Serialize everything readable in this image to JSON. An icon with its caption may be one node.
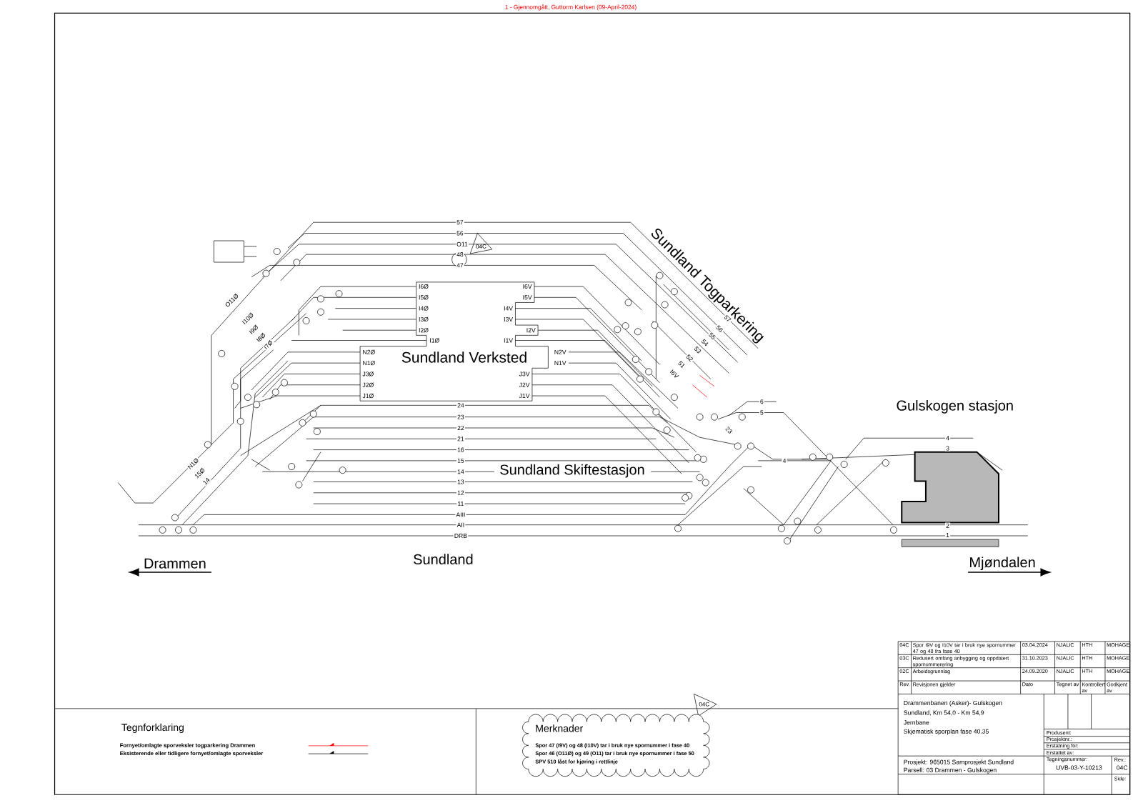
{
  "diagram": {
    "nodes": [
      {
        "text": [
          "Sundland Verksted",
          "I6Ø",
          "I5Ø",
          "I4Ø",
          "I3Ø",
          "I2Ø",
          "I1Ø",
          "I6V",
          "I5V",
          "I4V",
          "I3V",
          "I2V",
          "I1V",
          "N2Ø",
          "N1Ø",
          "J3Ø",
          "J2Ø",
          "J1Ø",
          "N2V",
          "N1V",
          "J3V",
          "J2V",
          "J1V"
        ]
      },
      {
        "text": [
          "Merknader",
          "Spor 47 (I9V) og 48 (I10V) tar i bruk nye spornummer i fase 40",
          "Spor 46 (O11Ø) og 49 (O11) tar i bruk nye spornummer i fase 50",
          "SPV 510 låst for kjøring i rettlinje"
        ]
      },
      {
        "text": [],
        "shape": "box"
      }
    ],
    "labels": [
      "1 - Gjennomgått, Guttorm Karlsen (09-April-2024)",
      "57",
      "56",
      "O11",
      "48",
      "47",
      "04C",
      "O11Ø",
      "I10Ø",
      "I9Ø",
      "I8Ø",
      "I7Ø",
      "57",
      "56",
      "55",
      "54",
      "53",
      "52",
      "51",
      "I6V",
      "Sundland Togparkering",
      "24",
      "23",
      "22",
      "21",
      "16",
      "15",
      "14",
      "13",
      "12",
      "11",
      "AIII",
      "AII",
      "DRB",
      "23",
      "N1Ø",
      "15Ø",
      "14",
      "6",
      "5",
      "4",
      "3",
      "4",
      "2",
      "1",
      "Gulskogen stasjon",
      "Sundland Skiftestasjon",
      "Sundland",
      "Drammen",
      "Mjøndalen",
      "Tegnforklaring",
      "04C",
      "04C",
      "Spor I9V og I10V tar i bruk nye spornummer 47 og 48 fra fase 40",
      "03.04.2024",
      "NJALIC",
      "HTH",
      "MOHAGE",
      "03C",
      "Redusert omfang anbygging og oppdatert spornummerering",
      "31.10.2023",
      "NJALIC",
      "HTH",
      "MOHAGE",
      "02C",
      "Arbeidsgrunnlag",
      "24.09.2020",
      "NJALIC",
      "HTH",
      "MOHAGE",
      "Rev.",
      "Revisjonen gjelder",
      "Dato",
      "Tegnet av",
      "Kontrollert av",
      "Godkjent av",
      "Drammenbanen (Asker)- Gulskogen",
      "Sundland, Km 54,0 - Km 54,9",
      "Jernbane",
      "Skjematisk sporplan fase 40.35",
      "Prosjekt: 965015 Samprosjekt Sundland",
      "Parsell: 03 Drammen - Gulskogen",
      "Produsent:",
      "Prosjektnr.:",
      "Erstatning for:",
      "Erstattet av:",
      "Tegningsnummer:",
      "UVB-03-Y-10213",
      "Rev.:",
      "04C",
      "Side:"
    ],
    "legend": [
      {
        "text": "Fornyet/omlagte sporveksler togparkering Drammen"
      },
      {
        "text": "Eksisterende eller tidligere fornyet/omlagte sporveksler"
      }
    ]
  }
}
